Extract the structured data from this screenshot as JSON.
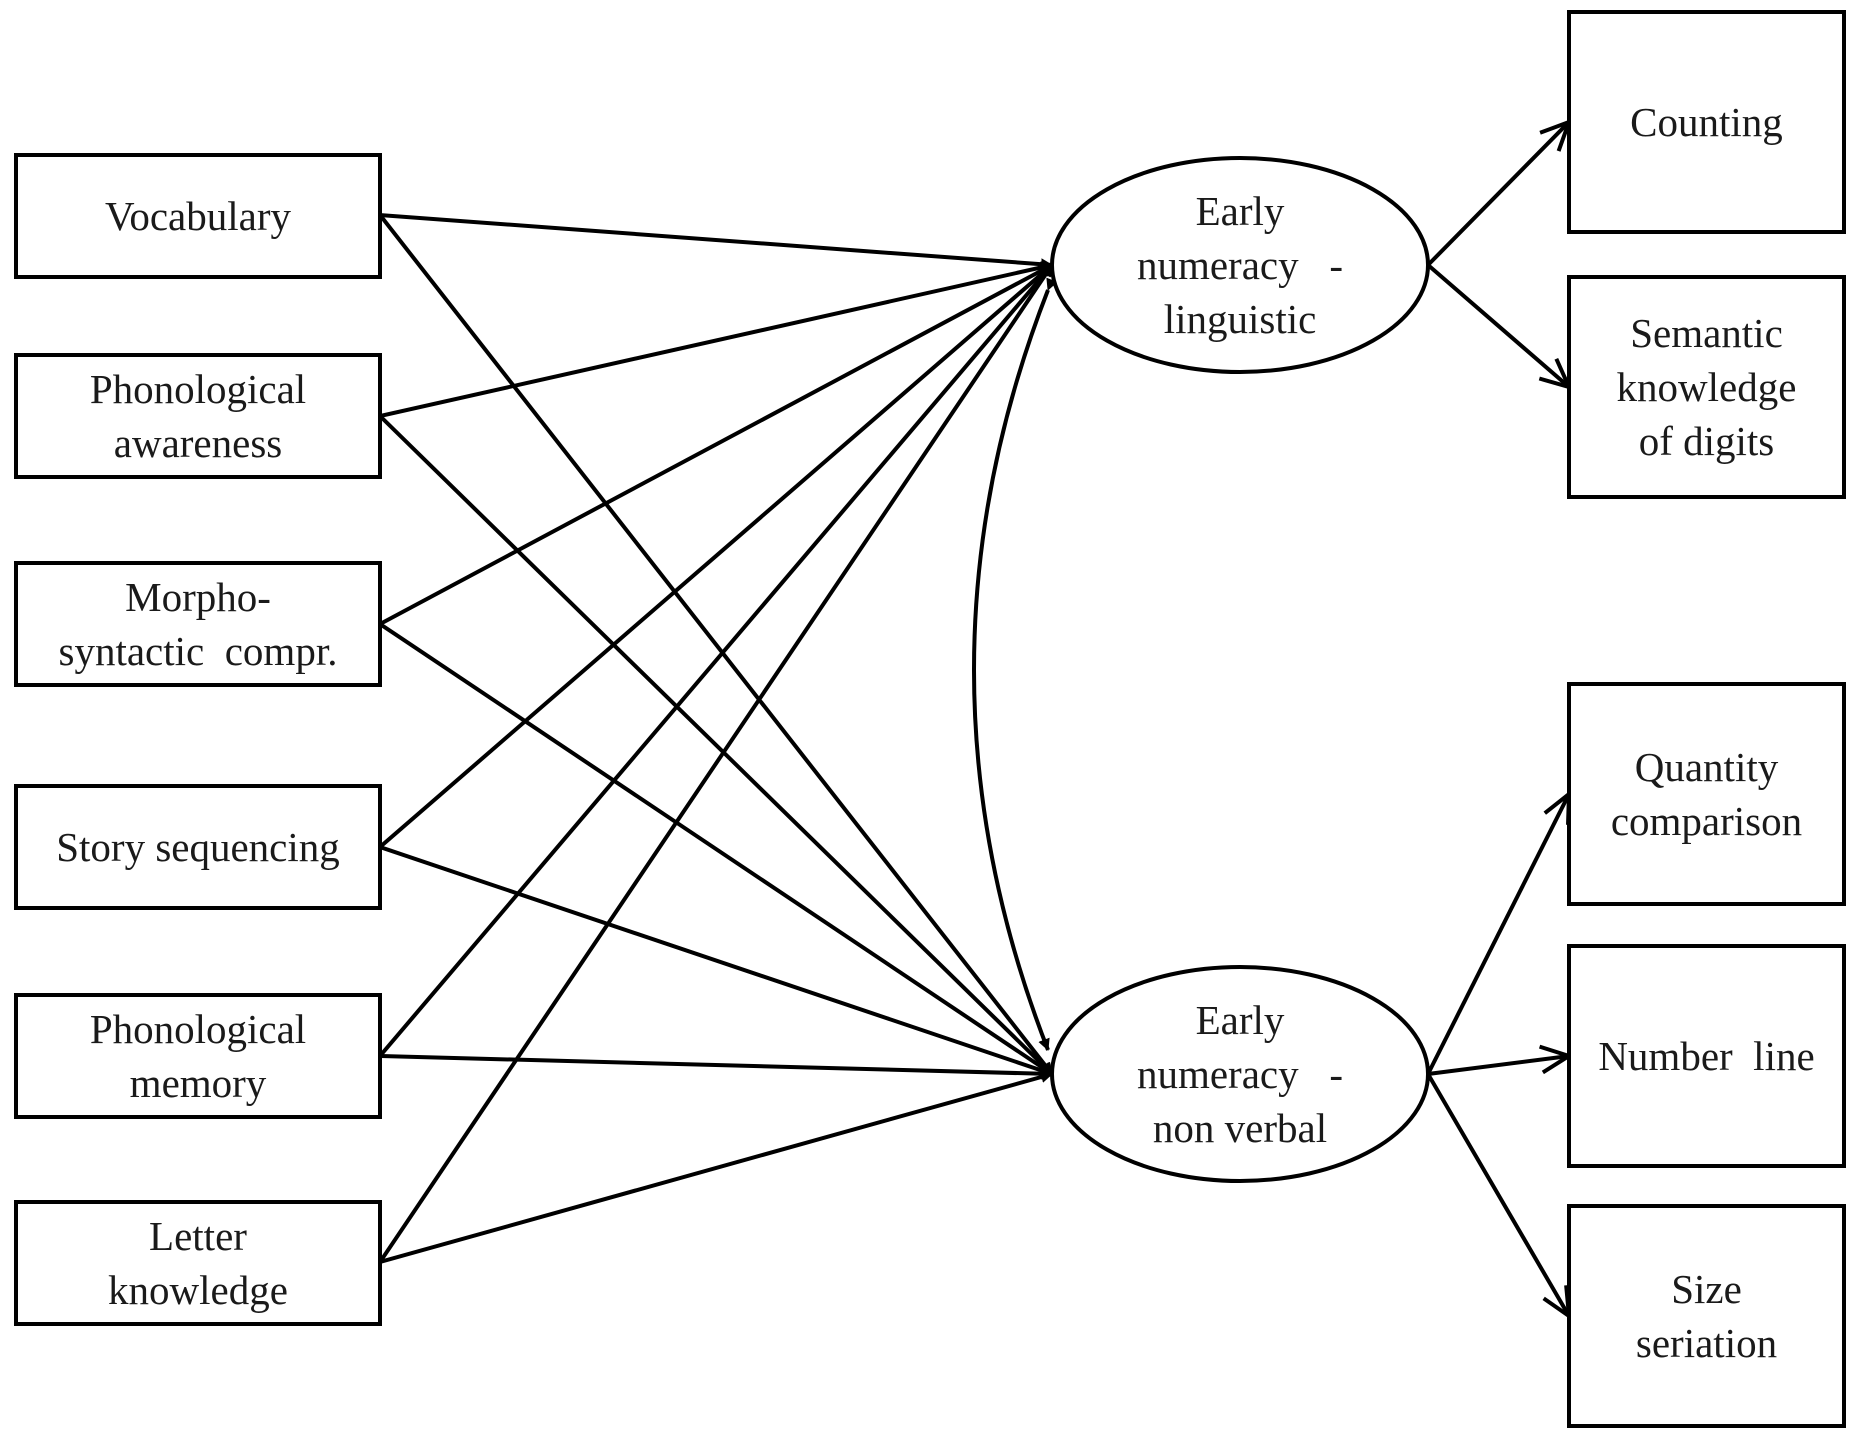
{
  "predictors": [
    {
      "id": "vocabulary",
      "lines": [
        "Vocabulary"
      ]
    },
    {
      "id": "phonological-awareness",
      "lines": [
        "Phonological",
        "awareness"
      ]
    },
    {
      "id": "morpho-syntactic",
      "lines": [
        "Morpho-",
        "syntactic  compr."
      ]
    },
    {
      "id": "story-sequencing",
      "lines": [
        "Story sequencing"
      ]
    },
    {
      "id": "phonological-memory",
      "lines": [
        "Phonological",
        "memory"
      ]
    },
    {
      "id": "letter-knowledge",
      "lines": [
        "Letter",
        "knowledge"
      ]
    }
  ],
  "factors": [
    {
      "id": "early-numeracy-linguistic",
      "lines": [
        "Early",
        "numeracy   -",
        "linguistic"
      ]
    },
    {
      "id": "early-numeracy-nonverbal",
      "lines": [
        "Early",
        "numeracy   -",
        "non verbal"
      ]
    }
  ],
  "indicators": [
    {
      "id": "counting",
      "lines": [
        "Counting"
      ],
      "factor": "early-numeracy-linguistic"
    },
    {
      "id": "semantic-knowledge",
      "lines": [
        "Semantic",
        "knowledge",
        "of digits"
      ],
      "factor": "early-numeracy-linguistic"
    },
    {
      "id": "quantity-comparison",
      "lines": [
        "Quantity",
        "comparison"
      ],
      "factor": "early-numeracy-nonverbal"
    },
    {
      "id": "number-line",
      "lines": [
        "Number  line"
      ],
      "factor": "early-numeracy-nonverbal"
    },
    {
      "id": "size-seriation",
      "lines": [
        "Size",
        "seriation"
      ],
      "factor": "early-numeracy-nonverbal"
    }
  ],
  "edges": {
    "predictor_to_factor": "all",
    "factor_correlation": true
  }
}
